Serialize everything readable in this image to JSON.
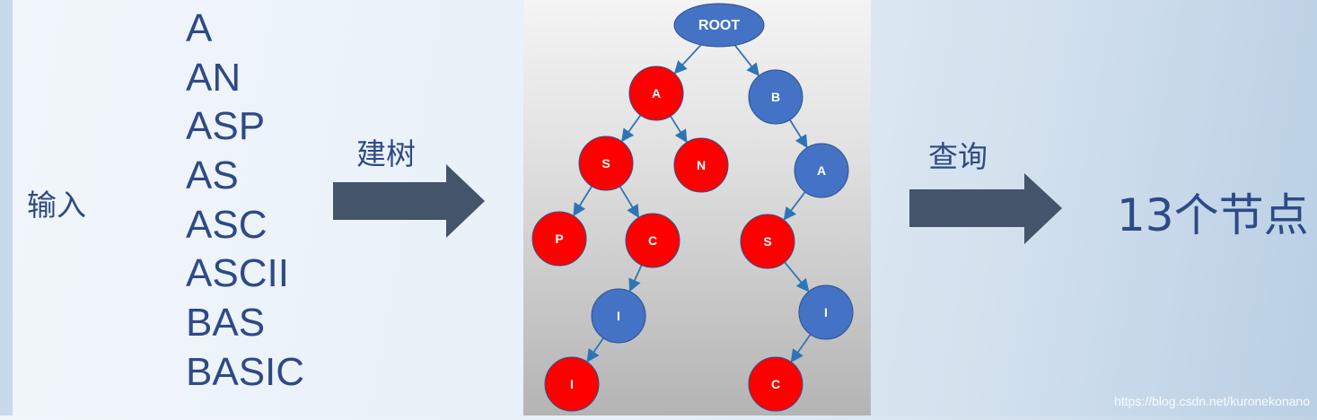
{
  "input_label": "输入",
  "words": [
    "A",
    "AN",
    "ASP",
    "AS",
    "ASC",
    "ASCII",
    "BAS",
    "BASIC"
  ],
  "build_label": "建树",
  "query_label": "查询",
  "result_text": "13个节点",
  "watermark": "https://blog.csdn.net/kuronekonano",
  "colors": {
    "red_node": "#ff0000",
    "blue_node": "#4472c4",
    "text": "#2e4a86",
    "arrow": "#44546a",
    "edge": "#2e75b6"
  },
  "tree": {
    "nodes": [
      {
        "id": "root",
        "label": "ROOT",
        "color": "blue"
      },
      {
        "id": "a1",
        "label": "A",
        "color": "red"
      },
      {
        "id": "b1",
        "label": "B",
        "color": "blue"
      },
      {
        "id": "s1",
        "label": "S",
        "color": "red"
      },
      {
        "id": "n1",
        "label": "N",
        "color": "red"
      },
      {
        "id": "p1",
        "label": "P",
        "color": "red"
      },
      {
        "id": "c1",
        "label": "C",
        "color": "red"
      },
      {
        "id": "i1",
        "label": "I",
        "color": "blue"
      },
      {
        "id": "i2",
        "label": "I",
        "color": "red"
      },
      {
        "id": "a2",
        "label": "A",
        "color": "blue"
      },
      {
        "id": "s2",
        "label": "S",
        "color": "red"
      },
      {
        "id": "i3",
        "label": "I",
        "color": "blue"
      },
      {
        "id": "c2",
        "label": "C",
        "color": "red"
      }
    ],
    "edges": [
      [
        "root",
        "a1"
      ],
      [
        "root",
        "b1"
      ],
      [
        "a1",
        "s1"
      ],
      [
        "a1",
        "n1"
      ],
      [
        "s1",
        "p1"
      ],
      [
        "s1",
        "c1"
      ],
      [
        "c1",
        "i1"
      ],
      [
        "i1",
        "i2"
      ],
      [
        "b1",
        "a2"
      ],
      [
        "a2",
        "s2"
      ],
      [
        "s2",
        "i3"
      ],
      [
        "i3",
        "c2"
      ]
    ]
  }
}
